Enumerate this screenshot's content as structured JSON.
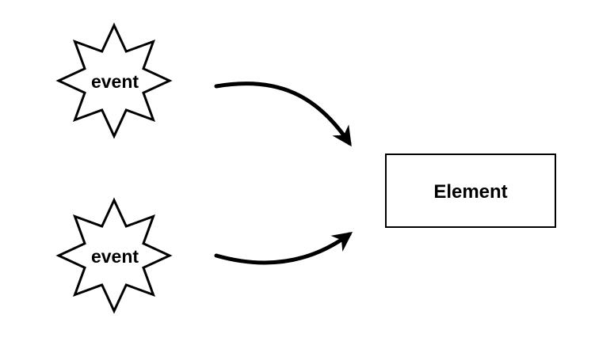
{
  "diagram": {
    "events": [
      {
        "label": "event"
      },
      {
        "label": "event"
      }
    ],
    "element": {
      "label": "Element"
    }
  },
  "colors": {
    "stroke": "#000000",
    "fill": "#ffffff"
  }
}
